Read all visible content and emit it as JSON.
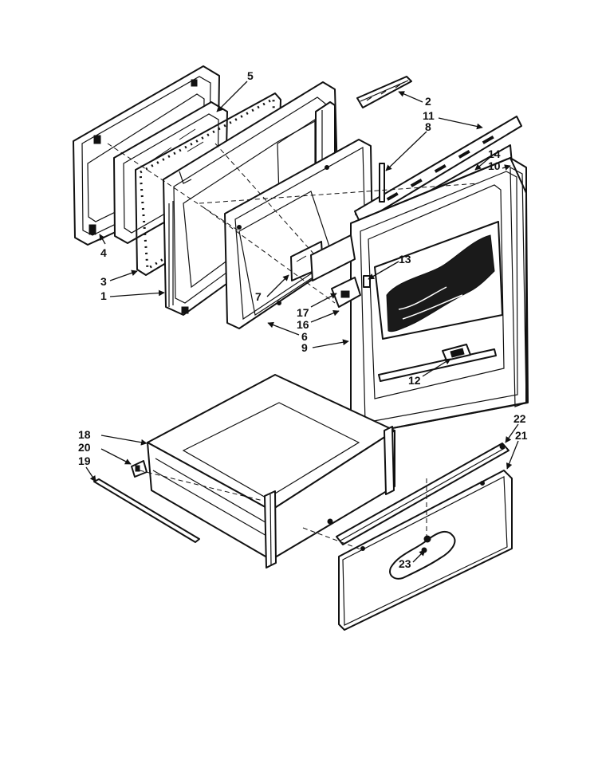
{
  "callouts": {
    "c1": "1",
    "c2": "2",
    "c3": "3",
    "c4": "4",
    "c5": "5",
    "c6": "6",
    "c7": "7",
    "c8": "8",
    "c9": "9",
    "c10": "10",
    "c11": "11",
    "c12": "12",
    "c13": "13",
    "c14": "14",
    "c16": "16",
    "c17": "17",
    "c18": "18",
    "c19": "19",
    "c20": "20",
    "c21": "21",
    "c22": "22",
    "c23": "23"
  }
}
